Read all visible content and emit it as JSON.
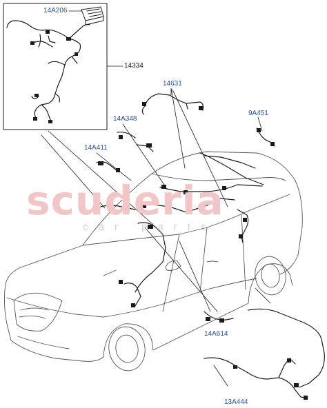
{
  "watermark": {
    "brand": "scuderia",
    "subtitle": "car parts"
  },
  "callouts": {
    "c14A206": "14A206",
    "c14334": "14334",
    "c14631": "14631",
    "c14A348": "14A348",
    "c9A451": "9A451",
    "c14A411": "14A411",
    "c14A614": "14A614",
    "c13A444": "13A444"
  },
  "colors": {
    "callout_text": "#2a4f9c",
    "line": "#1a1a1a",
    "watermark": "#f2c6c6"
  }
}
